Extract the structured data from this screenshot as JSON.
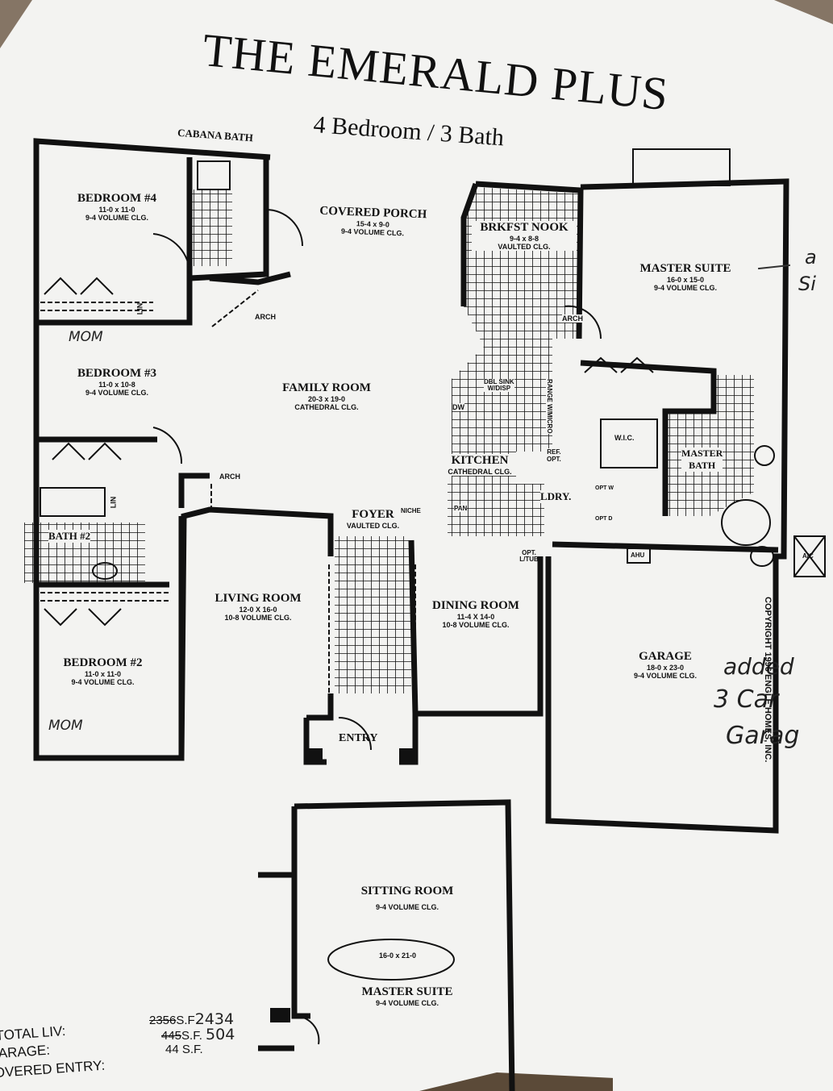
{
  "header": {
    "title": "THE EMERALD PLUS",
    "subtitle": "4 Bedroom / 3 Bath"
  },
  "rooms": {
    "cabana_bath": "CABANA BATH",
    "bedroom4": {
      "name": "BEDROOM #4",
      "dims": "11-0 x 11-0",
      "ceiling": "9-4 VOLUME CLG."
    },
    "covered_porch": {
      "name": "COVERED PORCH",
      "dims": "15-4 x 9-0",
      "ceiling": "9-4 VOLUME CLG."
    },
    "brkfst_nook": {
      "name": "BRKFST NOOK",
      "dims": "9-4 x 8-8",
      "ceiling": "VAULTED CLG."
    },
    "master_suite": {
      "name": "MASTER SUITE",
      "dims": "16-0 x 15-0",
      "ceiling": "9-4 VOLUME CLG."
    },
    "bedroom3": {
      "name": "BEDROOM #3",
      "dims": "11-0 x 10-8",
      "ceiling": "9-4 VOLUME CLG."
    },
    "family_room": {
      "name": "FAMILY ROOM",
      "dims": "20-3 x 19-0",
      "ceiling": "CATHEDRAL CLG."
    },
    "kitchen": {
      "name": "KITCHEN",
      "ceiling": "CATHEDRAL CLG."
    },
    "foyer": {
      "name": "FOYER",
      "ceiling": "VAULTED CLG."
    },
    "bath2": "BATH #2",
    "living_room": {
      "name": "LIVING ROOM",
      "dims": "12-0 X 16-0",
      "ceiling": "10-8 VOLUME CLG."
    },
    "dining_room": {
      "name": "DINING ROOM",
      "dims": "11-4 X 14-0",
      "ceiling": "10-8 VOLUME CLG."
    },
    "garage": {
      "name": "GARAGE",
      "dims": "18-0 x 23-0",
      "ceiling": "9-4 VOLUME CLG."
    },
    "bedroom2": {
      "name": "BEDROOM #2",
      "dims": "11-0 x 11-0",
      "ceiling": "9-4 VOLUME CLG."
    },
    "entry": "ENTRY",
    "master_bath": {
      "line1": "MASTER",
      "line2": "BATH"
    },
    "wic": "W.I.C.",
    "ldry": "LDRY.",
    "sitting_room": {
      "name": "SITTING ROOM",
      "ceiling": "9-4 VOLUME CLG."
    },
    "addition_dims": "16-0 x 21-0",
    "master_suite2": {
      "name": "MASTER SUITE",
      "ceiling": "9-4 VOLUME CLG."
    }
  },
  "fixtures": {
    "arch": "ARCH",
    "lin": "LIN",
    "dbl_sink": "DBL SINK",
    "w_disp": "W/DISP",
    "range": "RANGE W/MICRO",
    "dw": "DW",
    "ref": "REF.",
    "ref_opt": "OPT.",
    "pan": "PAN",
    "niche": "NICHE",
    "opt_w": "OPT W",
    "opt_d": "OPT D",
    "opt_ltub": "OPT. L/TUB",
    "ahu": "AHU",
    "ac": "A/C"
  },
  "annotations": {
    "mom1": "MOM",
    "mom2": "MOM",
    "added1": "added",
    "added2": "3 Car",
    "added3": "Garag",
    "margin1": "a",
    "margin2": "Si"
  },
  "totals": {
    "total_liv_label": "TOTAL LIV:",
    "total_liv_old": "2356",
    "total_liv_unit": "S.F",
    "total_liv_new": "2434",
    "garage_label": "GARAGE:",
    "garage_old": "445",
    "garage_unit": "S.F.",
    "garage_new": "504",
    "covered_entry_label": "COVERED ENTRY:",
    "covered_entry_value": "44 S.F."
  },
  "copyright": "COPYRIGHT 1996 ENGLE HOMES, INC."
}
